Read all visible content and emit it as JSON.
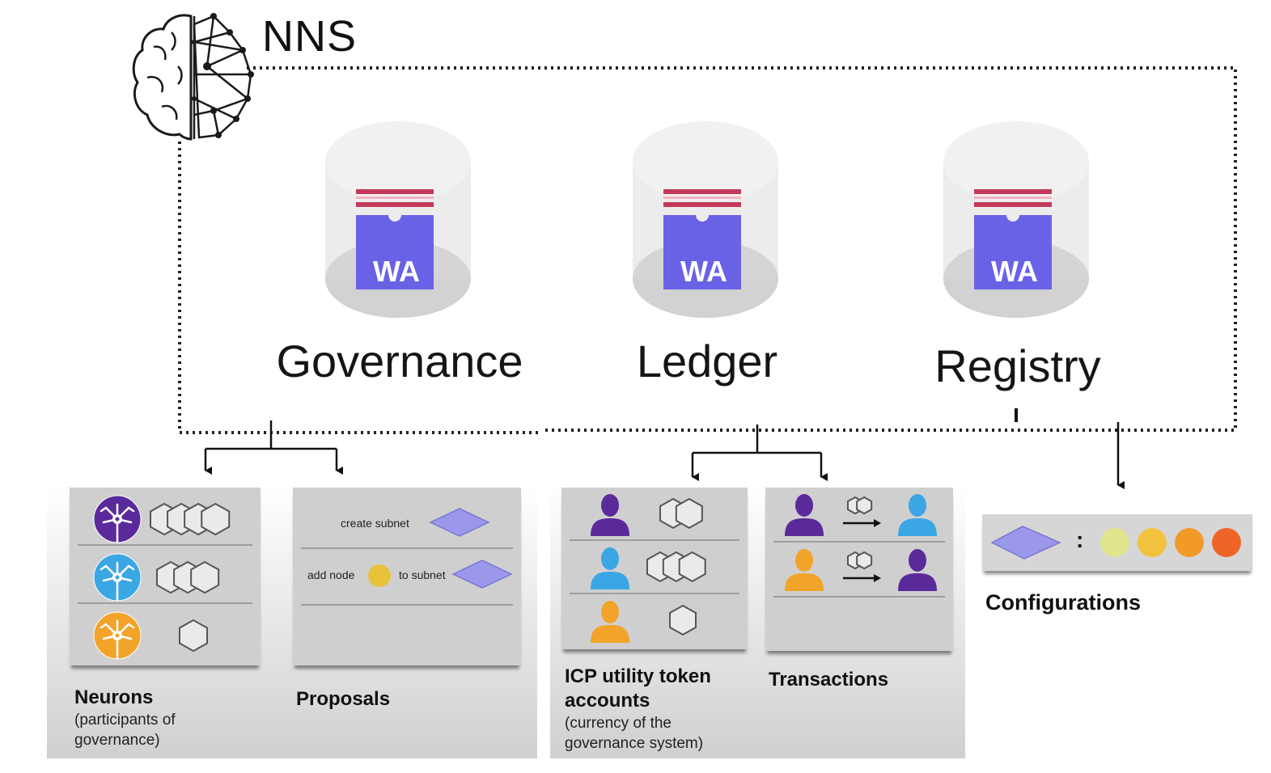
{
  "header": {
    "title": "NNS",
    "logo_icon": "brain-network-icon"
  },
  "canisters": [
    {
      "id": "governance",
      "label": "Governance",
      "badge": "WA"
    },
    {
      "id": "ledger",
      "label": "Ledger",
      "badge": "WA"
    },
    {
      "id": "registry",
      "label": "Registry",
      "badge": "WA"
    }
  ],
  "colors": {
    "purple": "#5b2a9a",
    "blue": "#3aa6e4",
    "orange": "#f2a42a",
    "wasm_blue": "#6a62e6",
    "wasm_stripe": "#c23a5a",
    "diamond": "#9b98ec",
    "node_yellow": "#e8c33a",
    "config_dots": [
      "#e1e58e",
      "#f2c23e",
      "#f29a27",
      "#ef6428"
    ]
  },
  "governance": {
    "neurons": {
      "title": "Neurons",
      "subtitle_line1": "(participants of",
      "subtitle_line2": "governance)",
      "rows": [
        {
          "color": "purple",
          "tokens": 4
        },
        {
          "color": "blue",
          "tokens": 3
        },
        {
          "color": "orange",
          "tokens": 1
        }
      ]
    },
    "proposals": {
      "title": "Proposals",
      "rows": [
        {
          "text": "create subnet"
        },
        {
          "text_before": "add node",
          "text_after": "to subnet"
        }
      ]
    }
  },
  "ledger": {
    "accounts": {
      "title_line1": "ICP utility token",
      "title_line2": "accounts",
      "subtitle_line1": "(currency of the",
      "subtitle_line2": "governance system)",
      "rows": [
        {
          "color": "purple",
          "tokens": 2
        },
        {
          "color": "blue",
          "tokens": 3
        },
        {
          "color": "orange",
          "tokens": 1
        }
      ]
    },
    "transactions": {
      "title": "Transactions",
      "rows": [
        {
          "from": "purple",
          "to": "blue",
          "tokens": 2
        },
        {
          "from": "orange",
          "to": "purple",
          "tokens": 2
        }
      ]
    }
  },
  "registry": {
    "configurations": {
      "title": "Configurations",
      "separator": ":"
    }
  }
}
